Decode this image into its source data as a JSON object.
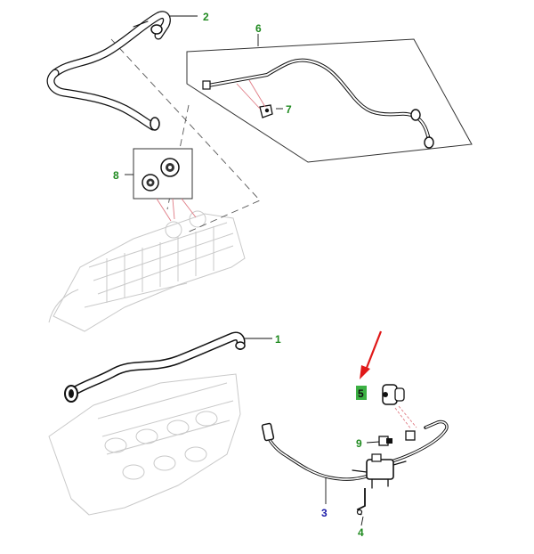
{
  "callouts": {
    "c1": "1",
    "c2": "2",
    "c3": "3",
    "c4": "4",
    "c5": "5",
    "c6": "6",
    "c7": "7",
    "c8": "8",
    "c9": "9"
  },
  "colors": {
    "callout_green": "#1f8a1f",
    "callout_blue": "#1a1aa8",
    "highlight_fill": "#3cb043",
    "arrow_red": "#e01818",
    "leader_pink": "#e07a84"
  }
}
